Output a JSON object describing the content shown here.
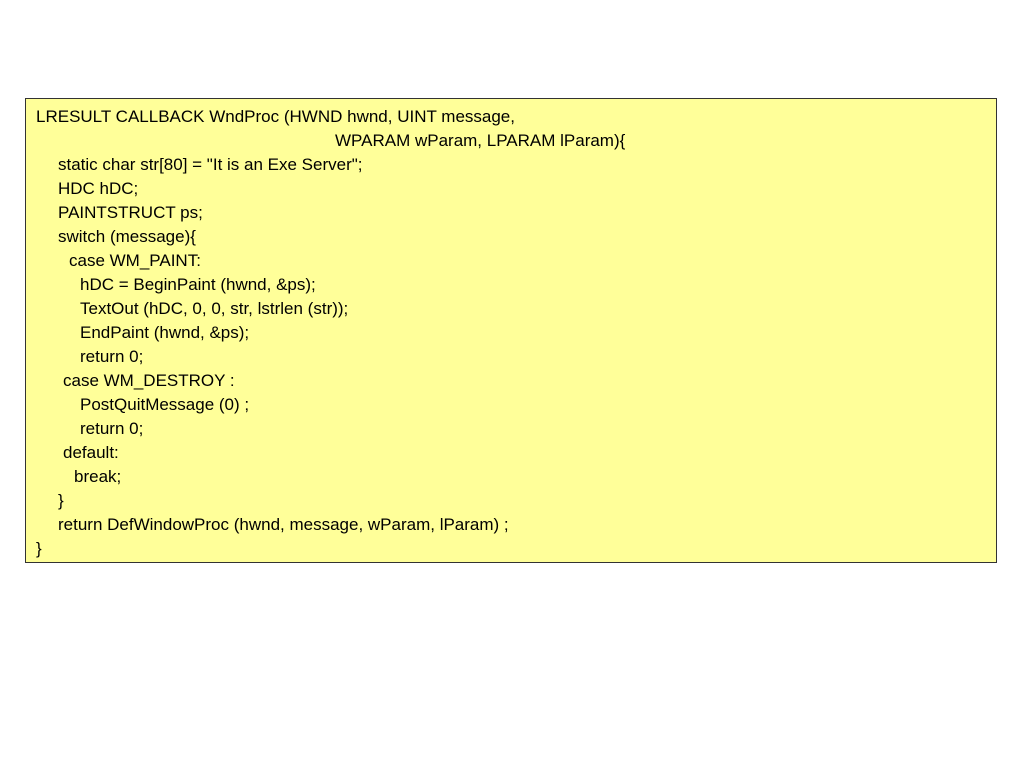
{
  "slide": {
    "background": "#ffffff",
    "code_box": {
      "background": "#ffff99",
      "border_color": "#333333",
      "lines": [
        "LRESULT CALLBACK WndProc (HWND hwnd, UINT message,",
        "WPARAM wParam, LPARAM lParam){",
        "static char str[80] = \"It is an Exe Server\";",
        "HDC hDC;",
        "PAINTSTRUCT ps;",
        "switch (message){",
        "case WM_PAINT:",
        "hDC = BeginPaint (hwnd, &ps);",
        "TextOut (hDC, 0, 0, str, lstrlen (str));",
        "EndPaint (hwnd, &ps);",
        "return 0;",
        "case WM_DESTROY :",
        "PostQuitMessage (0) ;",
        "return 0;",
        "default:",
        "break;",
        "}",
        "return DefWindowProc (hwnd, message, wParam, lParam) ;",
        "}"
      ]
    }
  }
}
